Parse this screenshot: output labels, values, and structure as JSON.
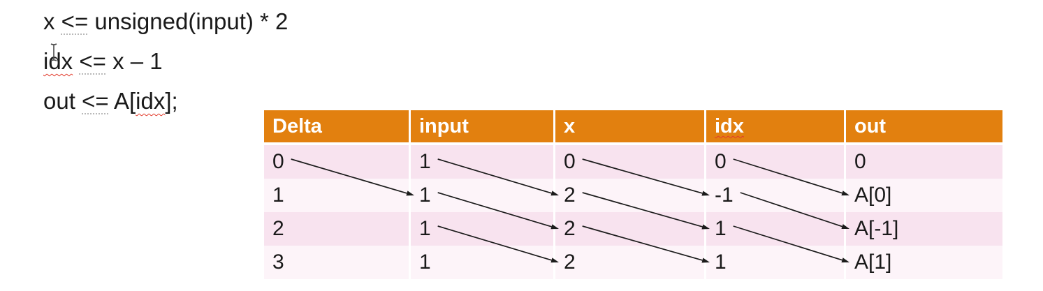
{
  "code": {
    "lines": [
      {
        "segments": [
          {
            "t": "x "
          },
          {
            "t": "<=",
            "dotted": true
          },
          {
            "t": " unsigned(input) * 2"
          }
        ]
      },
      {
        "segments": [
          {
            "t": "idx",
            "squiggle": true
          },
          {
            "t": " "
          },
          {
            "t": "<=",
            "dotted": true
          },
          {
            "t": " x – 1"
          }
        ]
      },
      {
        "segments": [
          {
            "t": "out "
          },
          {
            "t": "<=",
            "dotted": true
          },
          {
            "t": " A["
          },
          {
            "t": "idx",
            "squiggle": true
          },
          {
            "t": "];"
          }
        ]
      }
    ]
  },
  "table": {
    "columns": [
      {
        "label": "Delta",
        "squiggle": false
      },
      {
        "label": "input",
        "squiggle": false
      },
      {
        "label": "x",
        "squiggle": false
      },
      {
        "label": "idx",
        "squiggle": true
      },
      {
        "label": "out",
        "squiggle": false
      }
    ],
    "rows": [
      [
        "0",
        "1",
        "0",
        "0",
        "0"
      ],
      [
        "1",
        "1",
        "2",
        "-1",
        "A[0]"
      ],
      [
        "2",
        "1",
        "2",
        "1",
        "A[-1]"
      ],
      [
        "3",
        "1",
        "2",
        "1",
        "A[1]"
      ]
    ],
    "arrows": [
      {
        "from": [
          0,
          0
        ],
        "to": [
          1,
          1
        ]
      },
      {
        "from": [
          1,
          0
        ],
        "to": [
          2,
          1
        ]
      },
      {
        "from": [
          2,
          0
        ],
        "to": [
          3,
          1
        ]
      },
      {
        "from": [
          3,
          0
        ],
        "to": [
          4,
          1
        ]
      },
      {
        "from": [
          1,
          1
        ],
        "to": [
          2,
          2
        ]
      },
      {
        "from": [
          2,
          1
        ],
        "to": [
          3,
          2
        ]
      },
      {
        "from": [
          3,
          1
        ],
        "to": [
          4,
          2
        ]
      },
      {
        "from": [
          1,
          2
        ],
        "to": [
          2,
          3
        ]
      },
      {
        "from": [
          2,
          2
        ],
        "to": [
          3,
          3
        ]
      },
      {
        "from": [
          3,
          2
        ],
        "to": [
          4,
          3
        ]
      }
    ]
  },
  "icons": {
    "text_cursor": "i-beam"
  },
  "colors": {
    "header_bg": "#E2800F",
    "header_text": "#FFFFFF",
    "row_pink": "#F8E3EF",
    "row_light": "#FDF4F9",
    "arrow": "#1c1c1c",
    "squiggle": "#E23A2A"
  }
}
